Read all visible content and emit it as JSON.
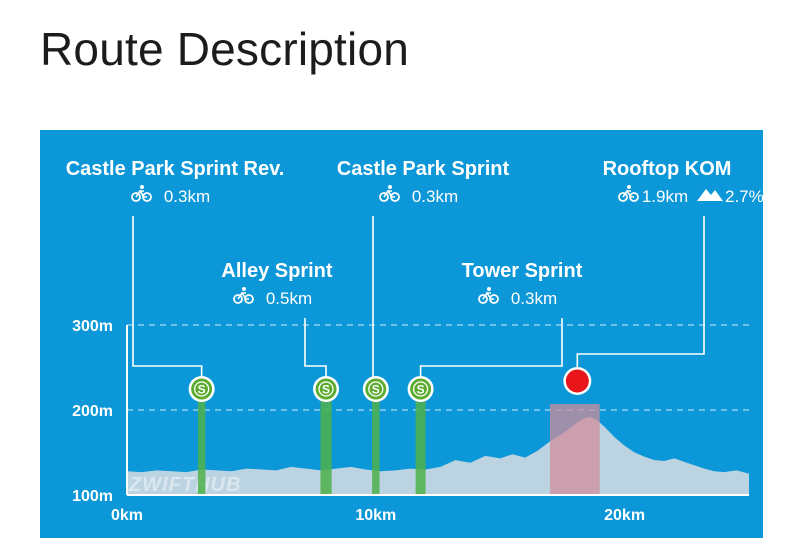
{
  "page": {
    "title": "Route Description"
  },
  "colors": {
    "background": "#0b97d8",
    "profile_fill": "#bcd4e2",
    "sprint_bar": "#4fb04a",
    "sprint_marker": "#5aab2e",
    "kom_marker": "#e8151b",
    "kom_zone": "#d08d9c",
    "grid": "#8fd0ef",
    "text": "#ffffff"
  },
  "chart_data": {
    "type": "area",
    "title": "",
    "xlabel": "",
    "ylabel": "",
    "xlim": [
      0,
      25
    ],
    "ylim": [
      100,
      300
    ],
    "x_ticks": [
      {
        "value": 0,
        "label": "0km"
      },
      {
        "value": 10,
        "label": "10km"
      },
      {
        "value": 20,
        "label": "20km"
      }
    ],
    "y_ticks": [
      {
        "value": 100,
        "label": "100m"
      },
      {
        "value": 200,
        "label": "200m"
      },
      {
        "value": 300,
        "label": "300m"
      }
    ],
    "grid": {
      "y_lines": [
        200,
        300
      ],
      "style": "dashed"
    },
    "watermark": "ZWIFTHUB",
    "elevation_profile": {
      "x": [
        0,
        0.6,
        1.2,
        1.8,
        2.4,
        3.0,
        3.6,
        4.2,
        4.8,
        5.4,
        6.0,
        6.6,
        7.2,
        7.8,
        8.4,
        9.0,
        9.6,
        10.2,
        10.8,
        11.4,
        12.0,
        12.6,
        13.2,
        13.8,
        14.4,
        15.0,
        15.5,
        16.0,
        16.5,
        17.0,
        17.5,
        18.0,
        18.3,
        18.6,
        18.9,
        19.2,
        19.6,
        20.0,
        20.4,
        20.8,
        21.2,
        21.6,
        22.0,
        22.4,
        22.8,
        23.2,
        23.6,
        24.0,
        24.5,
        25.0
      ],
      "y": [
        128,
        127,
        129,
        128,
        127,
        130,
        129,
        128,
        131,
        130,
        129,
        133,
        131,
        129,
        131,
        133,
        130,
        128,
        129,
        131,
        130,
        133,
        141,
        138,
        146,
        143,
        148,
        144,
        152,
        163,
        172,
        183,
        189,
        192,
        188,
        180,
        168,
        158,
        150,
        145,
        141,
        140,
        143,
        139,
        135,
        131,
        128,
        127,
        129,
        125
      ]
    },
    "kom_zone": {
      "x_start": 17.0,
      "x_end": 19.0,
      "y_top": 207
    },
    "segments": [
      {
        "type": "sprint",
        "name": "Castle Park Sprint Rev.",
        "distance": "0.3km",
        "x": 3.0,
        "width": 0.3,
        "marker": "S"
      },
      {
        "type": "sprint",
        "name": "Alley Sprint",
        "distance": "0.5km",
        "x": 8.0,
        "width": 0.45,
        "marker": "S"
      },
      {
        "type": "sprint",
        "name": "Castle Park Sprint",
        "distance": "0.3km",
        "x": 10.0,
        "width": 0.3,
        "marker": "S"
      },
      {
        "type": "sprint",
        "name": "Tower Sprint",
        "distance": "0.3km",
        "x": 11.8,
        "width": 0.4,
        "marker": "S"
      },
      {
        "type": "kom",
        "name": "Rooftop KOM",
        "distance": "1.9km",
        "grade": "2.7%",
        "x": 18.1,
        "marker": ""
      }
    ]
  }
}
